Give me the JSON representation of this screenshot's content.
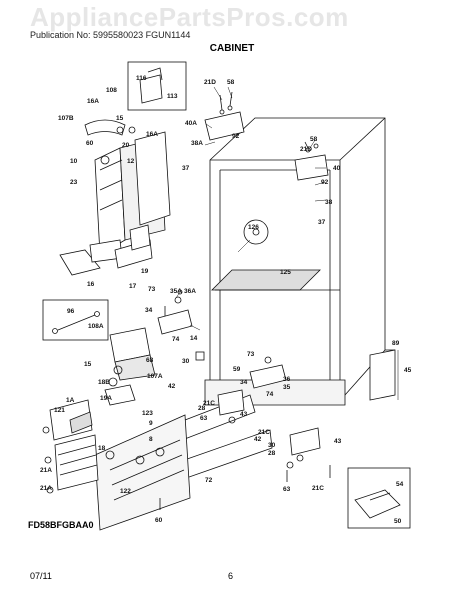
{
  "watermark": "AppliancePartsPros.com",
  "publication_line": "Publication No: 5995580023     FGUN1144",
  "section_title": "CABINET",
  "model_code": "FD58BFGBAA0",
  "footer": {
    "date": "07/11",
    "page": "6"
  },
  "callouts": {
    "c116": "116",
    "c113": "113",
    "c108": "108",
    "c16A": "16A",
    "c15": "15",
    "c107B": "107B",
    "c16A_2": "16A",
    "c60": "60",
    "c20": "20",
    "c12": "12",
    "c10": "10",
    "c23": "23",
    "c16": "16",
    "c17": "17",
    "c19": "19",
    "c21D": "21D",
    "c58": "58",
    "c40A": "40A",
    "c38A": "38A",
    "c37": "37",
    "c92": "92",
    "c58_2": "58",
    "c21D_2": "21D",
    "c40": "40",
    "c92_2": "92",
    "c38": "38",
    "c37_2": "37",
    "c126": "126",
    "c125": "125",
    "c73": "73",
    "c35A": "35A",
    "c36A": "36A",
    "c34": "34",
    "c96": "96",
    "c74": "74",
    "c14": "14",
    "c108A": "108A",
    "c30": "30",
    "c68": "68",
    "c15_2": "15",
    "c107A": "107A",
    "c18B": "18B",
    "c42": "42",
    "c73_2": "73",
    "c59": "59",
    "c36": "36",
    "c35": "35",
    "c34_2": "34",
    "c74_2": "74",
    "c89": "89",
    "c45": "45",
    "c19A": "19A",
    "c1A": "1A",
    "c121": "121",
    "c123": "123",
    "c9": "9",
    "c8": "8",
    "c21C": "21C",
    "c28": "28",
    "c63": "63",
    "c42_2": "42",
    "c43": "43",
    "c21C_2": "21C",
    "c30_2": "30",
    "c28_2": "28",
    "c43_2": "43",
    "c21A": "21A",
    "c21A_2": "21A",
    "c72": "72",
    "c122": "122",
    "c60_2": "60",
    "c63_2": "63",
    "c21C_3": "21C",
    "c54": "54",
    "c50": "50",
    "c18": "18"
  }
}
